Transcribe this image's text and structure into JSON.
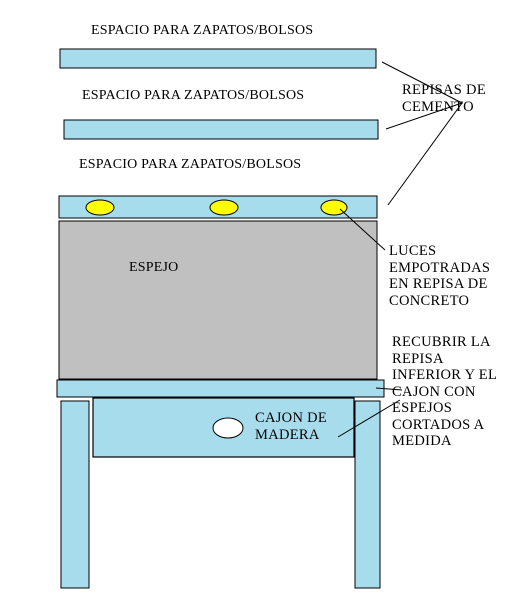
{
  "shelves": {
    "top_space_label": "ESPACIO PARA ZAPATOS/BOLSOS",
    "middle_space_label": "ESPACIO PARA ZAPATOS/BOLSOS",
    "bottom_space_label": "ESPACIO PARA ZAPATOS/BOLSOS"
  },
  "mirror": {
    "label": "ESPEJO"
  },
  "drawer": {
    "label_line1": "CAJON DE",
    "label_line2": "MADERA"
  },
  "annotations": {
    "cement_shelves": [
      "REPISAS DE",
      "CEMENTO"
    ],
    "lights": [
      "LUCES",
      "EMPOTRADAS",
      "EN REPISA DE",
      "CONCRETO"
    ],
    "cover": [
      "RECUBRIR LA",
      "REPISA",
      "INFERIOR Y EL",
      "CAJON CON",
      "ESPEJOS",
      "CORTADOS A",
      "MEDIDA"
    ]
  },
  "colors": {
    "shelf_fill": "#a6dceb",
    "mirror_fill": "#c0c0c0",
    "light_fill": "#ffff00",
    "outline": "#000000"
  }
}
